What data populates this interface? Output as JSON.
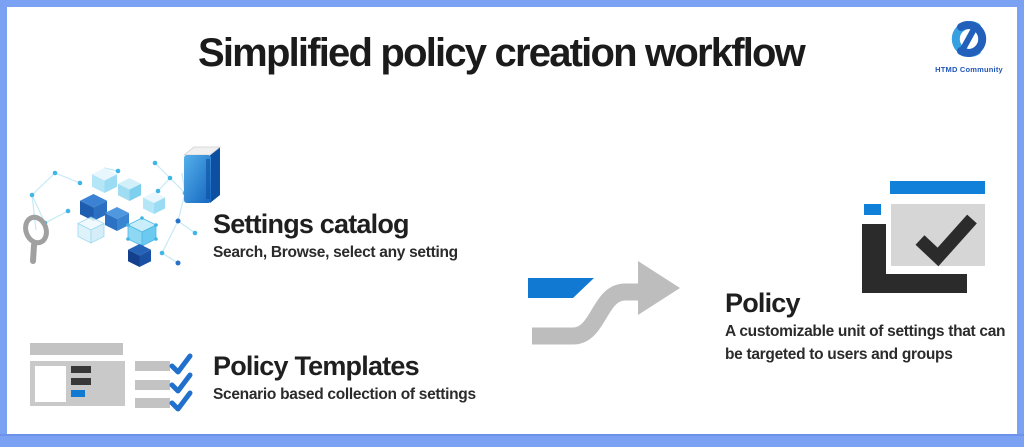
{
  "title": "Simplified policy creation workflow",
  "logo": {
    "label": "HTMD Community"
  },
  "sections": {
    "settings_catalog": {
      "heading": "Settings catalog",
      "description": "Search, Browse, select any setting"
    },
    "policy_templates": {
      "heading": "Policy Templates",
      "description": "Scenario based collection of settings"
    },
    "policy": {
      "heading": "Policy",
      "description": "A customizable unit of settings that can be targeted to users and groups"
    }
  },
  "icons": {
    "settings_catalog": "settings-catalog-cubes-icon",
    "magnifier": "search-magnifier-icon",
    "book": "catalog-book-icon",
    "policy_templates": "policy-templates-checklist-icon",
    "arrow": "workflow-arrow-icon",
    "policy": "policy-window-checkmark-icon",
    "logo": "htmd-community-logo"
  },
  "colors": {
    "frame": "#7ba1f2",
    "frame_edge": "#6d92ea",
    "accent_blue": "#1279d2",
    "check_blue": "#2170cd",
    "arrow_gray": "#bdbdbd",
    "icon_gray": "#c6c6c6",
    "dark_icon": "#2b2b2b",
    "title_text": "#1b1b1b"
  }
}
